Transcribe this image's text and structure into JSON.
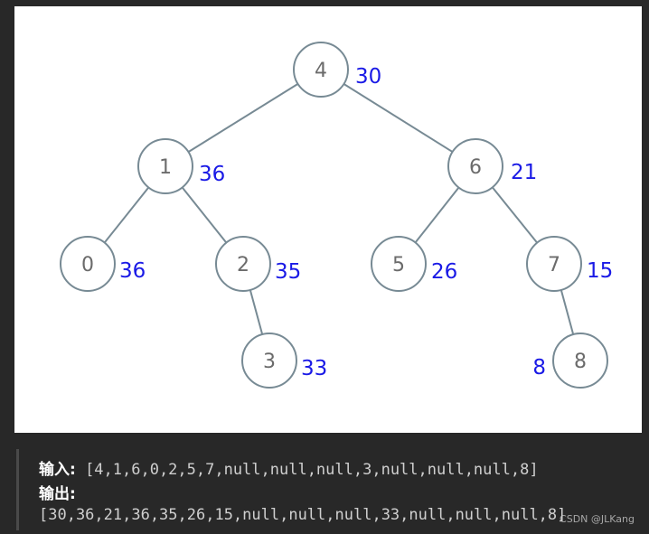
{
  "tree": {
    "nodes": [
      {
        "label": "4",
        "sum": "30"
      },
      {
        "label": "1",
        "sum": "36"
      },
      {
        "label": "6",
        "sum": "21"
      },
      {
        "label": "0",
        "sum": "36"
      },
      {
        "label": "2",
        "sum": "35"
      },
      {
        "label": "5",
        "sum": "26"
      },
      {
        "label": "7",
        "sum": "15"
      },
      {
        "label": "3",
        "sum": "33"
      },
      {
        "label": "8",
        "sum": "8"
      }
    ]
  },
  "io": {
    "input_label": "输入:",
    "input_value": "[4,1,6,0,2,5,7,null,null,null,3,null,null,null,8]",
    "output_label": "输出:",
    "output_value": "[30,36,21,36,35,26,15,null,null,null,33,null,null,null,8]"
  },
  "watermark": "CSDN @JLKang"
}
